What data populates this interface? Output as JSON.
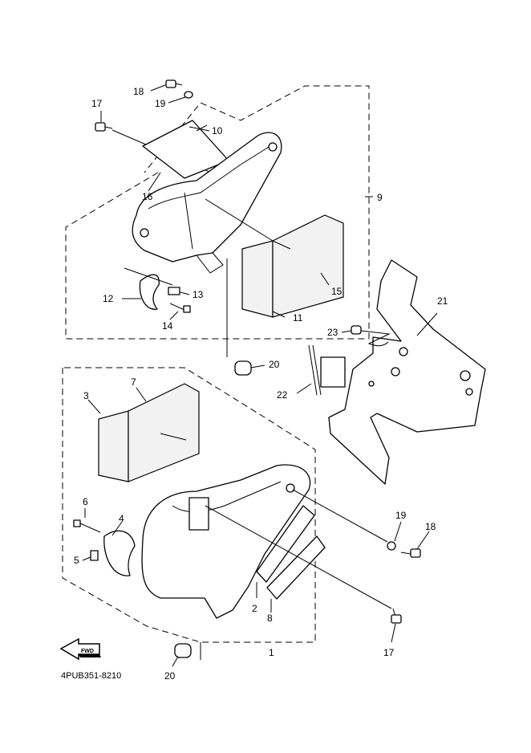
{
  "diagram": {
    "drawing_code": "4PUB351-8210",
    "fwd_label": "FWD",
    "callouts": {
      "c1": "1",
      "c2": "2",
      "c3": "3",
      "c4": "4",
      "c5": "5",
      "c6": "6",
      "c7": "7",
      "c8": "8",
      "c9": "9",
      "c10": "10",
      "c11": "11",
      "c12": "12",
      "c13": "13",
      "c14": "14",
      "c15": "15",
      "c16": "16",
      "c17a": "17",
      "c17b": "17",
      "c18a": "18",
      "c18b": "18",
      "c19a": "19",
      "c19b": "19",
      "c20a": "20",
      "c20b": "20",
      "c21": "21",
      "c22": "22",
      "c23": "23"
    }
  }
}
